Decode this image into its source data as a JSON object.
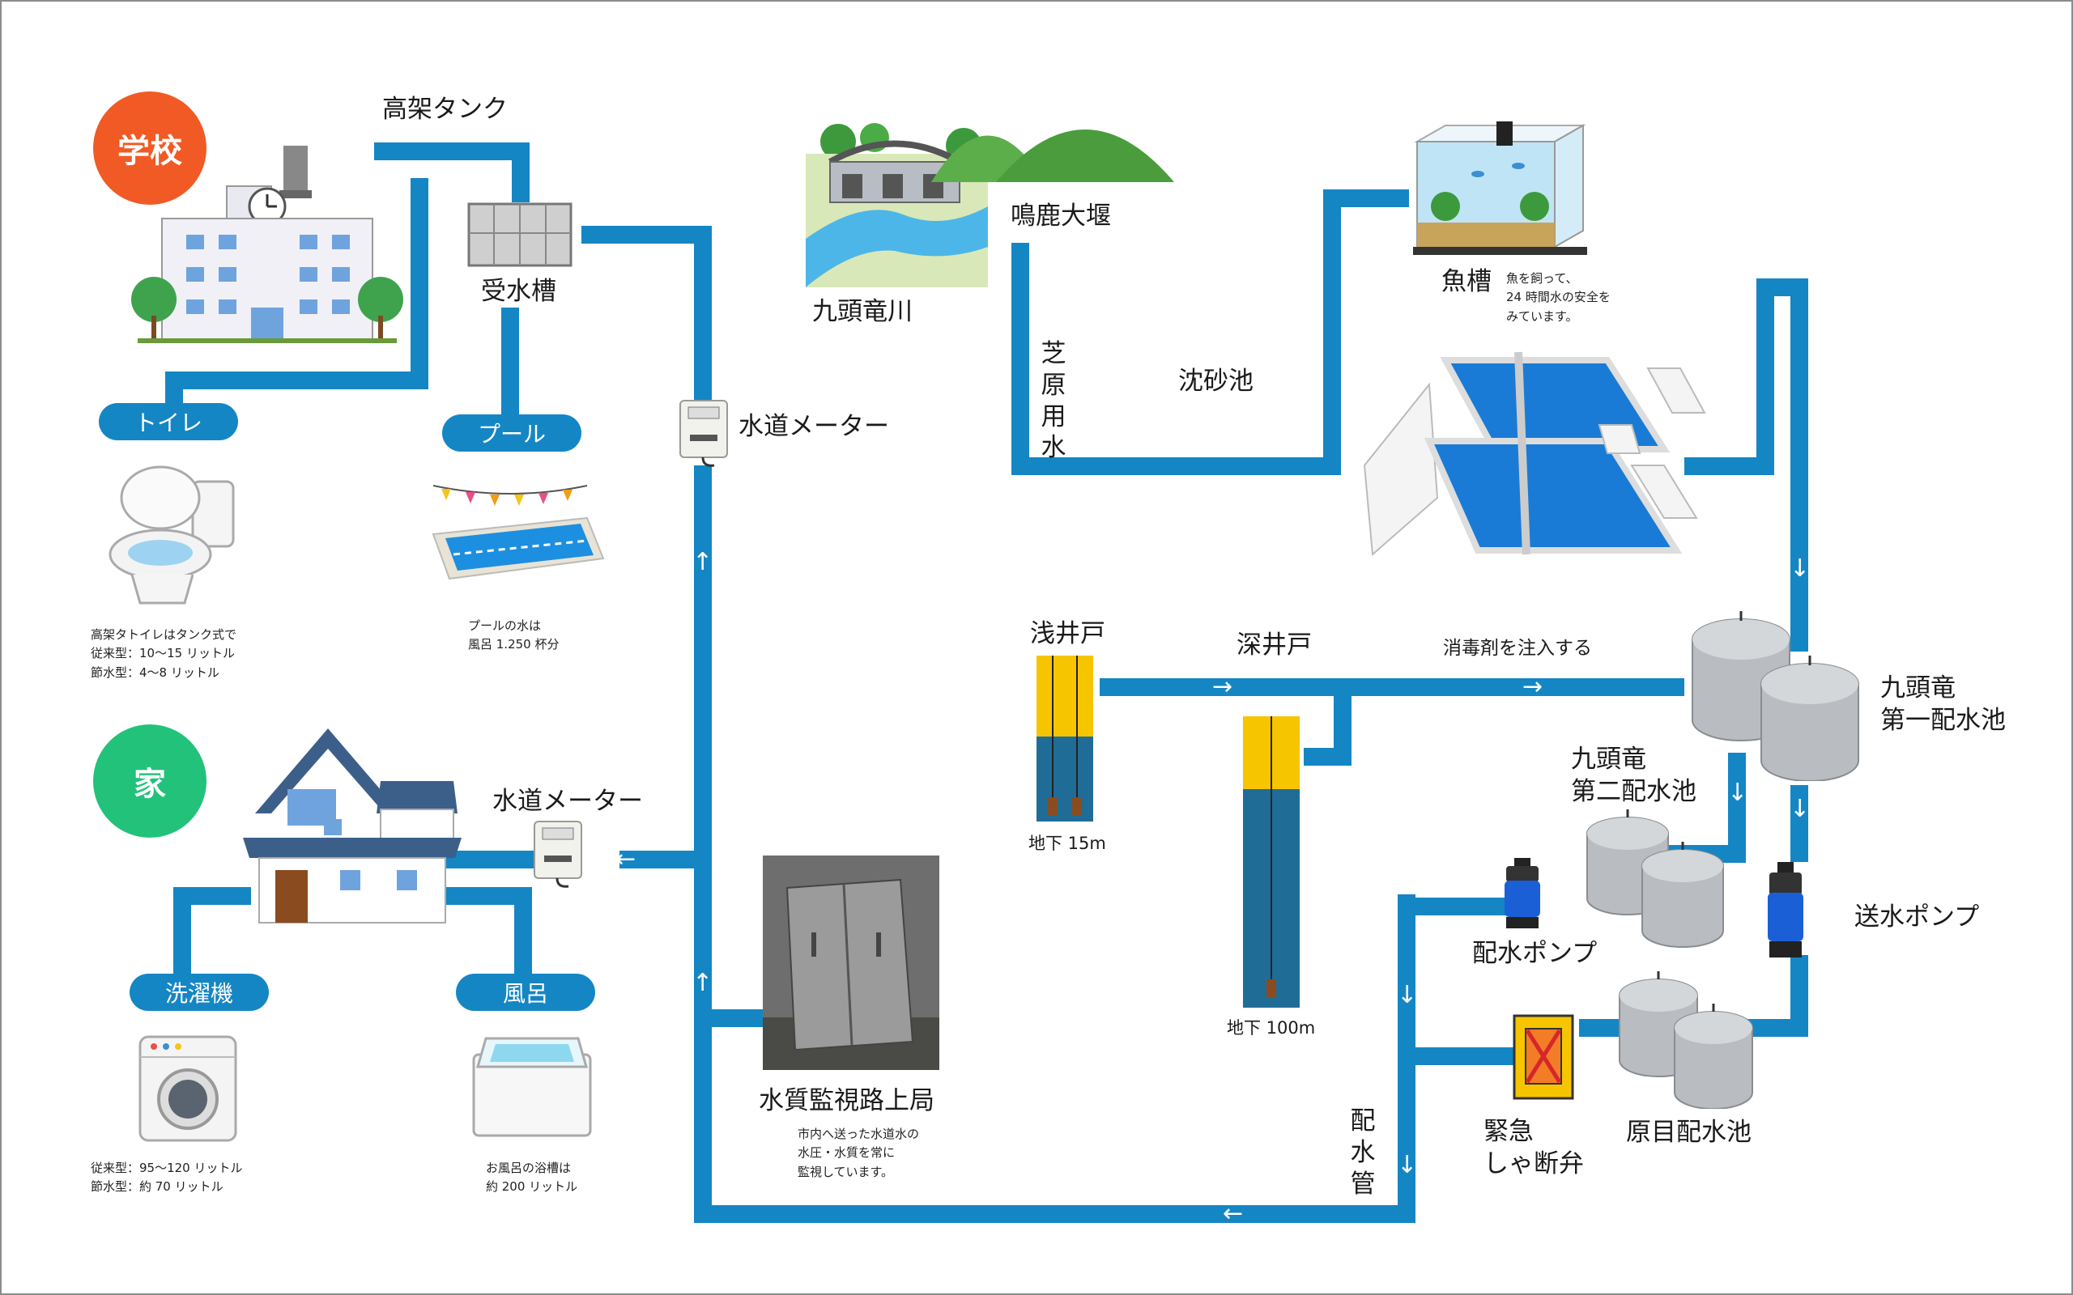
{
  "colors": {
    "pipe": "#1586c4",
    "school_badge": "#f15a24",
    "home_badge": "#22c27a",
    "pill": "#1586c4",
    "frame": "#8c8c8c"
  },
  "badges": {
    "school": "学校",
    "home": "家"
  },
  "labels": {
    "elevated_tank": "高架タンク",
    "receiving_tank": "受水槽",
    "water_meter_main": "水道メーター",
    "water_meter_home": "水道メーター",
    "river": "九頭竜川",
    "weir": "鳴鹿大堰",
    "canal": "芝原用水",
    "sand_basin": "沈砂池",
    "fish_tank": "魚槽",
    "shallow_well": "浅井戸",
    "deep_well": "深井戸",
    "disinfectant": "消毒剤を注入する",
    "first_reservoir": "九頭竜\n第一配水池",
    "second_reservoir": "九頭竜\n第二配水池",
    "distribution_pump": "配水ポンプ",
    "transmission_pump": "送水ポンプ",
    "harame_reservoir": "原目配水池",
    "emergency_valve": "緊急\nしゃ断弁",
    "distribution_pipe": "配水管",
    "monitoring_station": "水質監視路上局",
    "shallow_depth": "地下 15m",
    "deep_depth": "地下 100m"
  },
  "pills": {
    "toilet": "トイレ",
    "pool": "プール",
    "washer": "洗濯機",
    "bath": "風呂"
  },
  "notes": {
    "fish": "魚を飼って、\n24 時間水の安全を\nみています。",
    "toilet": "高架タトイレはタンク式で\n従来型：10～15 リットル\n節水型：4～8 リットル",
    "pool": "プールの水は\n風呂 1.250 杯分",
    "washer": "従来型：95～120 リットル\n節水型：約 70 リットル",
    "bath": "お風呂の浴槽は\n約 200 リットル",
    "monitoring": "市内へ送った水道水の\n水圧・水質を常に\n監視しています。"
  },
  "icons": [
    "school-icon",
    "water-tower-icon",
    "tank-icon",
    "toilet-icon",
    "pool-icon",
    "house-icon",
    "washing-machine-icon",
    "bathtub-icon",
    "meter-icon",
    "river-icon",
    "mountain-icon",
    "aquarium-icon",
    "basin-icon",
    "well-icon",
    "reservoir-icon",
    "pump-icon",
    "valve-icon",
    "cabinet-icon"
  ],
  "arrows": {
    "right": "→",
    "left": "←",
    "up": "↑",
    "down": "↓"
  }
}
